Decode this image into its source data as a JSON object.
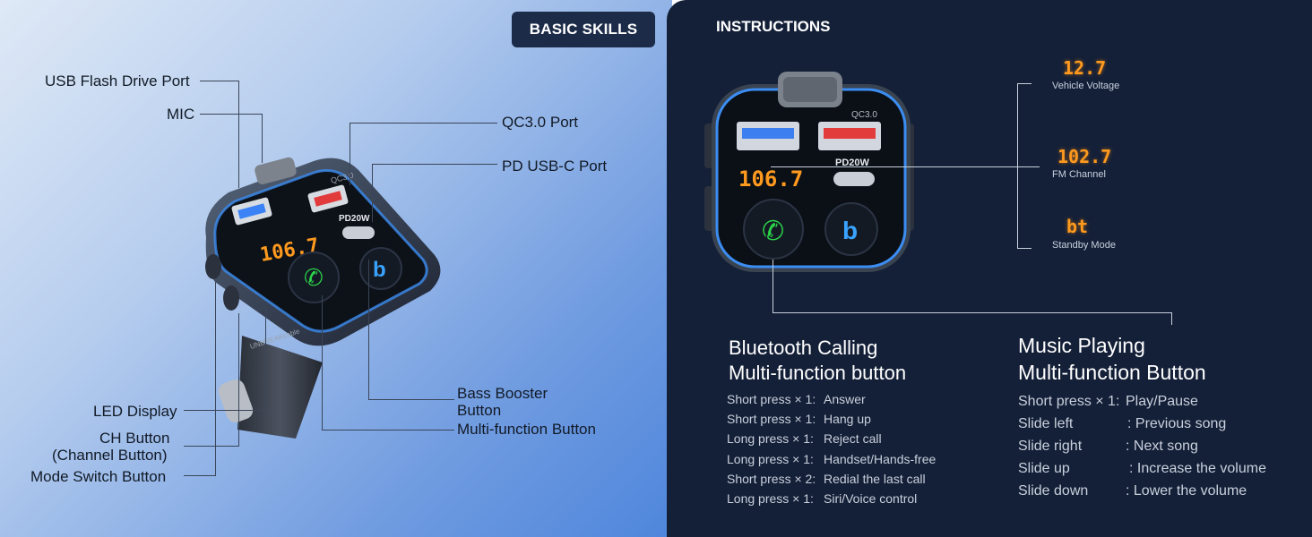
{
  "left": {
    "badge": "BASIC SKILLS",
    "device_display": "106.7",
    "device_qc_label": "QC3.0",
    "device_pd_label": "PD20W",
    "device_brand": "UNBREAKcable",
    "labels": {
      "usb_port": "USB Flash Drive Port",
      "mic": "MIC",
      "qc_port": "QC3.0 Port",
      "pd_port": "PD USB-C Port",
      "led": "LED Display",
      "ch1": "CH Button",
      "ch2": "(Channel Button)",
      "mode": "Mode Switch Button",
      "bass1": "Bass Booster",
      "bass2": "Button",
      "multi": "Multi-function Button"
    }
  },
  "right": {
    "title": "INSTRUCTIONS",
    "device_display": "106.7",
    "device_qc_label": "QC3.0",
    "device_pd_label": "PD20W",
    "displays": [
      {
        "value": "12.7",
        "caption": "Vehicle Voltage"
      },
      {
        "value": "102.7",
        "caption": "FM Channel"
      },
      {
        "value": "bt",
        "caption": "Standby Mode"
      }
    ],
    "bt_heading1": "Bluetooth Calling",
    "bt_heading2": "Multi-function button",
    "bt_ops": [
      {
        "action": "Short press × 1:",
        "result": "Answer"
      },
      {
        "action": "Short press × 1:",
        "result": "Hang up"
      },
      {
        "action": "Long press  × 1:",
        "result": "Reject call"
      },
      {
        "action": "Long press  × 1:",
        "result": "Handset/Hands-free"
      },
      {
        "action": "Short press × 2:",
        "result": "Redial the last call"
      },
      {
        "action": "Long press  × 1:",
        "result": "Siri/Voice control"
      }
    ],
    "music_heading1": "Music Playing",
    "music_heading2": "Multi-function Button",
    "music_ops": [
      {
        "action": "Short press × 1:",
        "result": "Play/Pause"
      },
      {
        "action": "Slide left",
        "result": ":  Previous song"
      },
      {
        "action": "Slide right",
        "result": ":  Next song"
      },
      {
        "action": "Slide up",
        "result": ":  Increase the volume"
      },
      {
        "action": "Slide down",
        "result": ":  Lower the volume"
      }
    ]
  }
}
